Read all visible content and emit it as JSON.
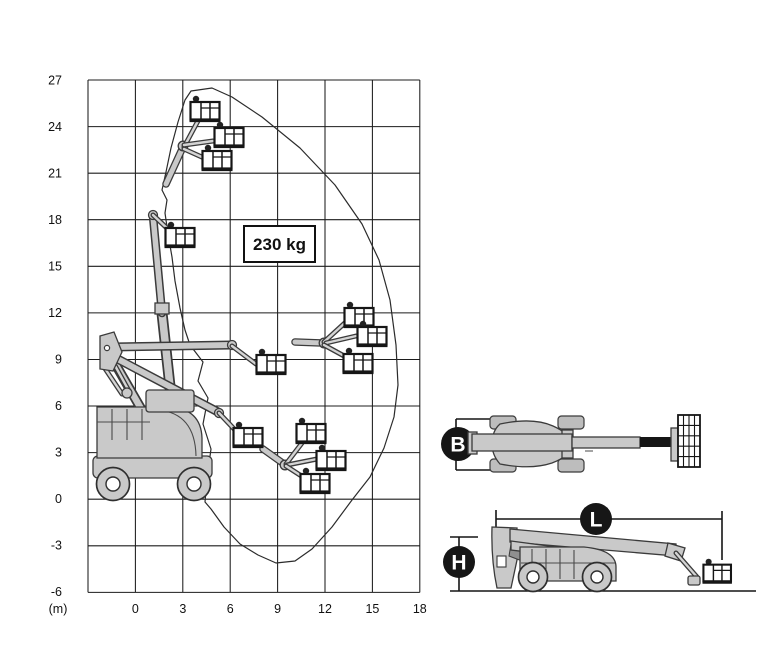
{
  "chart": {
    "capacity_label": "230 kg",
    "axis_unit": "(m)",
    "y_ticks": [
      "27",
      "24",
      "21",
      "18",
      "15",
      "12",
      "9",
      "6",
      "3",
      "0",
      "-3",
      "-6"
    ],
    "x_ticks": [
      "0",
      "3",
      "6",
      "9",
      "12",
      "15",
      "18"
    ]
  },
  "dimension_labels": {
    "width": "B",
    "length": "L",
    "height": "H"
  },
  "colors": {
    "machine_fill": "#c9c9c9",
    "outline": "#3b3b3b",
    "grid": "#1c1c1c",
    "badge": "#161616",
    "background": "#ffffff"
  },
  "chart_data": {
    "type": "area",
    "title": "Boom lift working envelope",
    "xlabel": "(m)",
    "ylabel": "(m)",
    "xlim": [
      -3,
      18
    ],
    "ylim": [
      -6,
      27
    ],
    "grid": true,
    "grid_step_m": 3,
    "capacity_kg": 230,
    "envelope_outline_m": [
      [
        3.5,
        26.3
      ],
      [
        4.8,
        26.5
      ],
      [
        6.1,
        25.9
      ],
      [
        8.0,
        24.6
      ],
      [
        10.4,
        22.6
      ],
      [
        12.6,
        20.2
      ],
      [
        14.3,
        17.7
      ],
      [
        15.4,
        15.4
      ],
      [
        16.1,
        12.8
      ],
      [
        16.5,
        9.9
      ],
      [
        16.6,
        7.4
      ],
      [
        16.3,
        5.3
      ],
      [
        15.7,
        3.3
      ],
      [
        14.8,
        1.4
      ],
      [
        13.7,
        0.0
      ],
      [
        12.4,
        -1.8
      ],
      [
        11.2,
        -3.2
      ],
      [
        10.1,
        -4.0
      ],
      [
        8.9,
        -4.1
      ],
      [
        7.8,
        -3.6
      ],
      [
        6.6,
        -2.9
      ],
      [
        5.6,
        -1.8
      ],
      [
        4.8,
        -0.6
      ],
      [
        4.4,
        -0.2
      ],
      [
        4.5,
        1.4
      ],
      [
        4.8,
        3.3
      ],
      [
        4.3,
        4.9
      ],
      [
        4.6,
        6.5
      ],
      [
        4.0,
        7.6
      ],
      [
        4.3,
        8.9
      ],
      [
        3.5,
        9.9
      ],
      [
        3.1,
        10.9
      ],
      [
        2.8,
        12.3
      ],
      [
        2.5,
        14.1
      ],
      [
        2.3,
        15.6
      ],
      [
        2.1,
        17.1
      ],
      [
        1.9,
        18.4
      ],
      [
        2.0,
        19.3
      ],
      [
        1.7,
        19.9
      ],
      [
        1.9,
        21.1
      ],
      [
        2.3,
        22.6
      ],
      [
        2.7,
        24.3
      ],
      [
        3.1,
        25.7
      ]
    ],
    "platform_positions_m": [
      [
        4.4,
        25.1
      ],
      [
        5.9,
        23.3
      ],
      [
        5.1,
        21.9
      ],
      [
        2.8,
        17.0
      ],
      [
        8.5,
        8.9
      ],
      [
        14.1,
        11.8
      ],
      [
        14.9,
        10.6
      ],
      [
        14.1,
        8.9
      ],
      [
        7.1,
        4.1
      ],
      [
        11.1,
        4.3
      ],
      [
        12.3,
        2.5
      ],
      [
        11.4,
        1.1
      ]
    ],
    "legend_position": "none",
    "annotations": [
      "230 kg"
    ]
  }
}
